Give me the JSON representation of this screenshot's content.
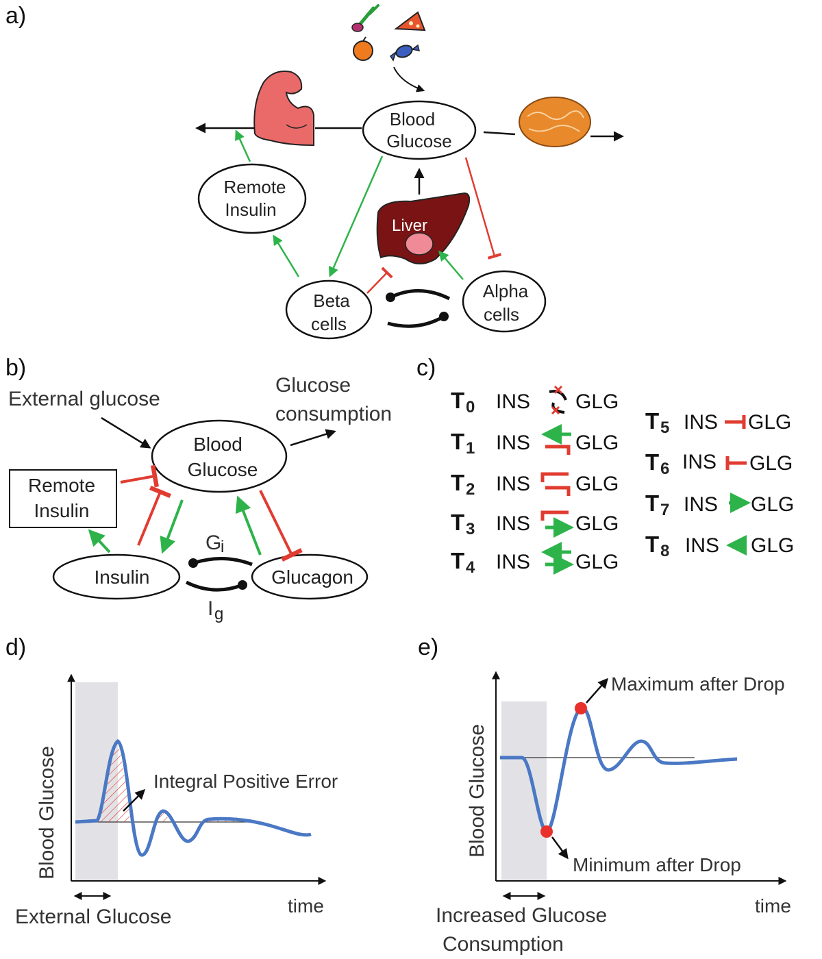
{
  "panels": {
    "a": "a)",
    "b": "b)",
    "c": "c)",
    "d": "d)",
    "e": "e)"
  },
  "panel_a": {
    "blood_glucose": [
      "Blood",
      "Glucose"
    ],
    "remote_insulin": [
      "Remote",
      "Insulin"
    ],
    "liver": "Liver",
    "beta_cells": [
      "Beta",
      "cells"
    ],
    "alpha_cells": [
      "Alpha",
      "cells"
    ],
    "icons": [
      "vegetable-icon",
      "pizza-icon",
      "apple-icon",
      "candy-icon",
      "muscle-icon",
      "brain-icon",
      "liver-icon"
    ]
  },
  "panel_b": {
    "external_glucose": "External glucose",
    "glucose_consumption": [
      "Glucose",
      "consumption"
    ],
    "blood_glucose": [
      "Blood",
      "Glucose"
    ],
    "remote_insulin": [
      "Remote",
      "Insulin"
    ],
    "insulin": "Insulin",
    "glucagon": "Glucagon",
    "gi_main": "G",
    "gi_sub": "i",
    "ig_main": "I",
    "ig_sub": "g"
  },
  "panel_c": {
    "left": [
      {
        "code": "T",
        "num": "0",
        "left": "INS",
        "right": "GLG"
      },
      {
        "code": "T",
        "num": "1",
        "left": "INS",
        "right": "GLG"
      },
      {
        "code": "T",
        "num": "2",
        "left": "INS",
        "right": "GLG"
      },
      {
        "code": "T",
        "num": "3",
        "left": "INS",
        "right": "GLG"
      },
      {
        "code": "T",
        "num": "4",
        "left": "INS",
        "right": "GLG"
      }
    ],
    "right": [
      {
        "code": "T",
        "num": "5",
        "left": "INS",
        "right": "GLG"
      },
      {
        "code": "T",
        "num": "6",
        "left": "INS",
        "right": "GLG"
      },
      {
        "code": "T",
        "num": "7",
        "left": "INS",
        "right": "GLG"
      },
      {
        "code": "T",
        "num": "8",
        "left": "INS",
        "right": "GLG"
      }
    ]
  },
  "panel_d": {
    "ylabel": "Blood  Glucose",
    "xlabel": "time",
    "annotation": "Integral Positive Error",
    "shaded_label": "External Glucose"
  },
  "panel_e": {
    "ylabel": "Blood  Glucose",
    "xlabel": "time",
    "max_label": "Maximum  after Drop",
    "min_label": "Minimum  after Drop",
    "shaded_label": [
      "Increased Glucose",
      "Consumption"
    ]
  },
  "colors": {
    "activation": "#2db34a",
    "inhibition": "#e03c31",
    "curve": "#4a78c4",
    "shade": "#e2e2e6",
    "marker": "#e8312a",
    "liver": "#7a1414",
    "brain": "#e8892b",
    "muscle": "#ea6a6a"
  }
}
